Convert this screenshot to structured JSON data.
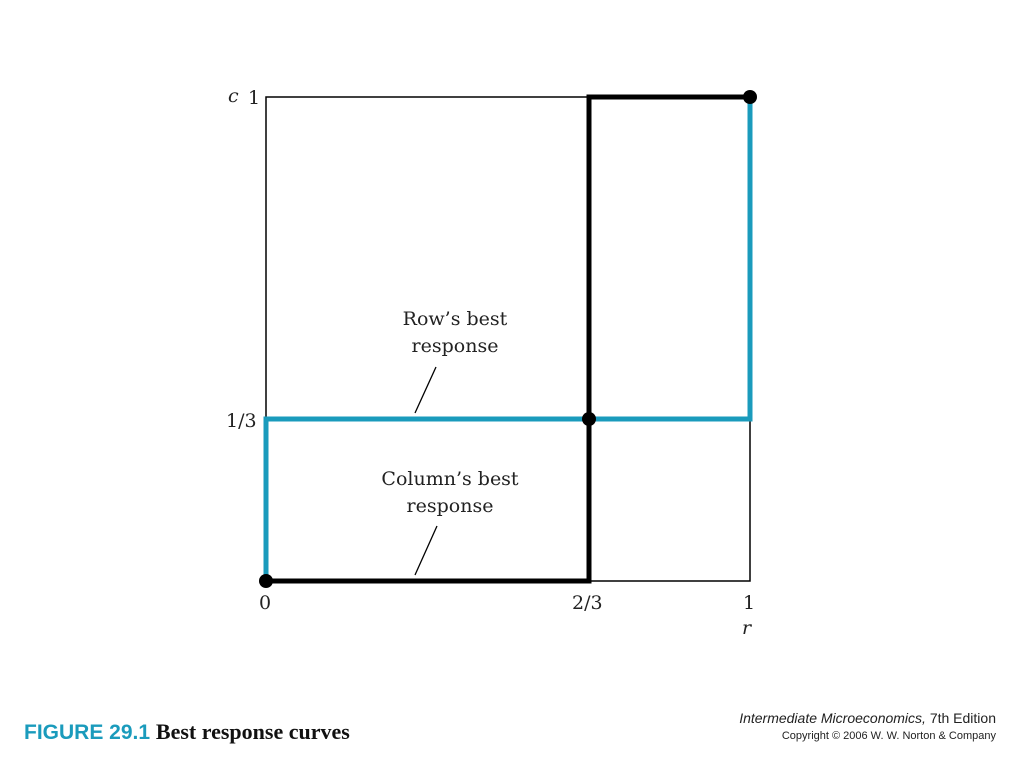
{
  "diagram": {
    "axes": {
      "y_var": "c",
      "x_var": "r",
      "y_ticks": [
        "1",
        "1/3"
      ],
      "x_ticks": [
        "0",
        "2/3",
        "1"
      ]
    },
    "annotations": {
      "row_best_response": [
        "Row’s best",
        "response"
      ],
      "column_best_response": [
        "Column’s best",
        "response"
      ]
    },
    "colors": {
      "row_curve": "#1a9bbc",
      "column_curve": "#000000",
      "frame": "#000000"
    }
  },
  "caption": {
    "label": "FIGURE 29.1",
    "title": "Best response curves"
  },
  "credit": {
    "book_title": "Intermediate Microeconomics,",
    "edition": " 7th Edition",
    "copyright": "Copyright © 2006 W. W. Norton & Company"
  }
}
